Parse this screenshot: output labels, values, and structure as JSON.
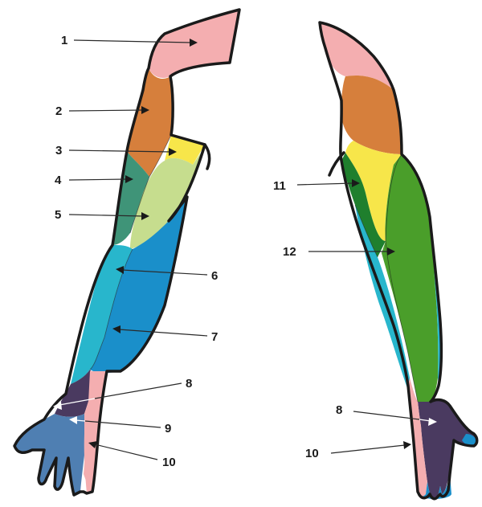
{
  "labels": {
    "l1": "1",
    "l2": "2",
    "l3": "3",
    "l4": "4",
    "l5": "5",
    "l6": "6",
    "l7": "7",
    "l8": "8",
    "l9": "9",
    "l10": "10",
    "l11": "11",
    "l12": "12",
    "r8": "8",
    "r10": "10"
  },
  "colors": {
    "pink": "#f4aeb0",
    "orange": "#d67f3c",
    "yellow": "#f7e64a",
    "lightgreen": "#c6dd8e",
    "teal": "#3f9478",
    "cyan": "#28b6cc",
    "blue": "#1a8fca",
    "darkpurple": "#4a3a60",
    "steelblue": "#4f7fb2",
    "darkgreen": "#1f7f2d",
    "green": "#4a9e2a",
    "outline": "#1a1a1a"
  }
}
